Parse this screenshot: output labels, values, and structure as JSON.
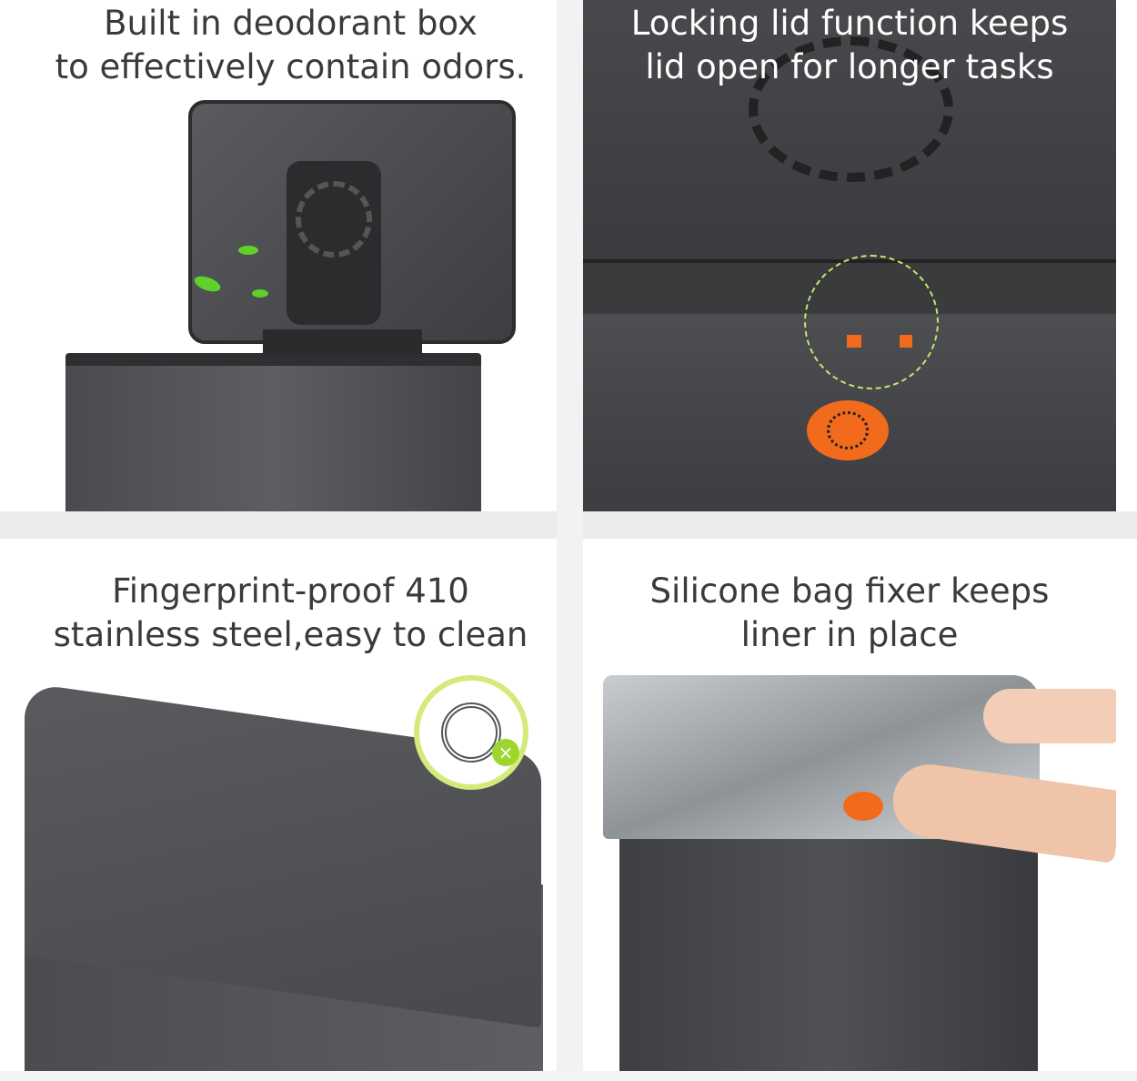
{
  "panels": [
    {
      "caption_line1": "Built in deodorant box",
      "caption_line2": "to effectively contain odors."
    },
    {
      "caption_line1": "Locking lid function keeps",
      "caption_line2": "lid open for longer tasks"
    },
    {
      "caption_line1": "Fingerprint-proof 410",
      "caption_line2": "stainless steel,easy to clean"
    },
    {
      "caption_line1": "Silicone bag fixer keeps",
      "caption_line2": "liner in place"
    }
  ],
  "colors": {
    "accent_orange": "#f26b1d",
    "accent_green": "#9fd62e",
    "bin_dark": "#4a4b4e"
  }
}
